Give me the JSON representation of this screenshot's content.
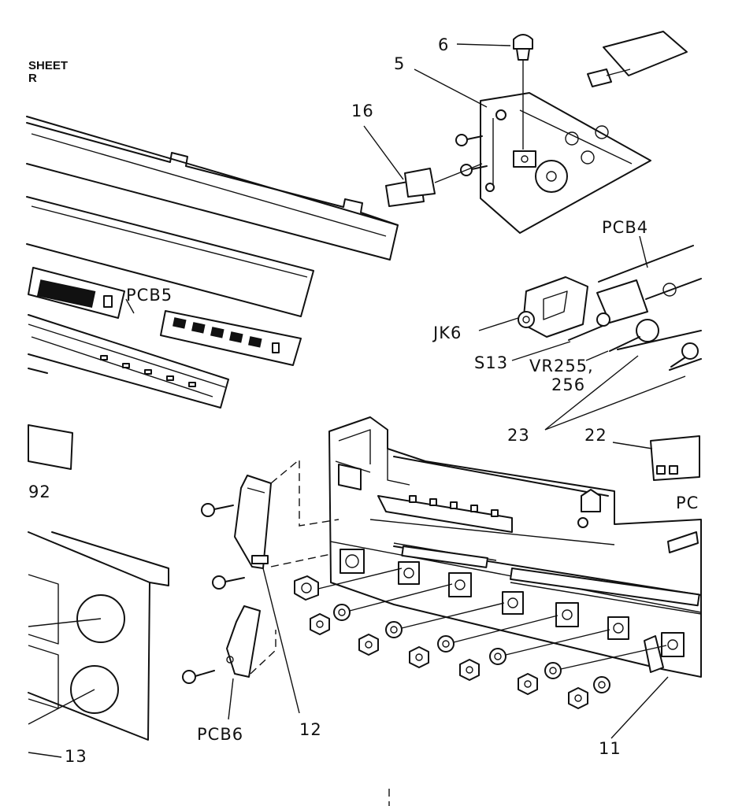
{
  "sheet": {
    "line1": "SHEET",
    "line2": "R"
  },
  "callouts": {
    "p6": "6",
    "p5": "5",
    "p16": "16",
    "pcb4": "PCB4",
    "pcb5": "PCB5",
    "jk6": "JK6",
    "s13": "S13",
    "vr255": "VR255,",
    "vr256": "256",
    "p23": "23",
    "p22": "22",
    "pc": "PC",
    "p92": "92",
    "p12": "12",
    "pcb6": "PCB6",
    "p13": "13",
    "p11": "11"
  }
}
